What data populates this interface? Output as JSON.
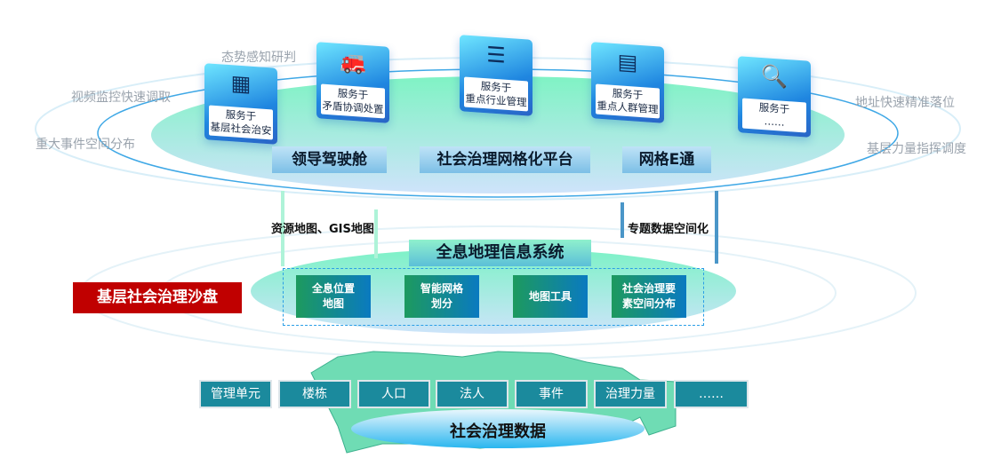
{
  "side_labels": {
    "situation": "态势感知研判",
    "video": "视频监控快速调取",
    "major_event": "重大事件空间分布",
    "address": "地址快速精准落位",
    "grassroots_force": "基层力量指挥调度"
  },
  "cards": [
    {
      "icon": "grid-icon",
      "glyph": "▦",
      "line1": "服务于",
      "line2": "基层社会治安"
    },
    {
      "icon": "truck-icon",
      "glyph": "🚒",
      "line1": "服务于",
      "line2": "矛盾协调处置"
    },
    {
      "icon": "layers-icon",
      "glyph": "☰",
      "line1": "服务于",
      "line2": "重点行业管理"
    },
    {
      "icon": "dashboard-icon",
      "glyph": "▤",
      "line1": "服务于",
      "line2": "重点人群管理"
    },
    {
      "icon": "search-globe-icon",
      "glyph": "🔍",
      "line1": "服务于",
      "line2": "……"
    }
  ],
  "platforms": [
    "领导驾驶舱",
    "社会治理网格化平台",
    "网格E通"
  ],
  "arrows": {
    "up_label": "资源地图、GIS地图",
    "down_label": "专题数据空间化"
  },
  "sandbox_label": "基层社会治理沙盘",
  "gis": {
    "title": "全息地理信息系统",
    "modules": [
      [
        "全息位置",
        "地图"
      ],
      [
        "智能网格",
        "划分"
      ],
      [
        "地图工具",
        ""
      ],
      [
        "社会治理要",
        "素空间分布"
      ]
    ]
  },
  "data_items": [
    "管理单元",
    "楼栋",
    "人口",
    "法人",
    "事件",
    "治理力量",
    "……"
  ],
  "data_title": "社会治理数据",
  "colors": {
    "red": "#c00000",
    "teal": "#1b8a9d"
  }
}
